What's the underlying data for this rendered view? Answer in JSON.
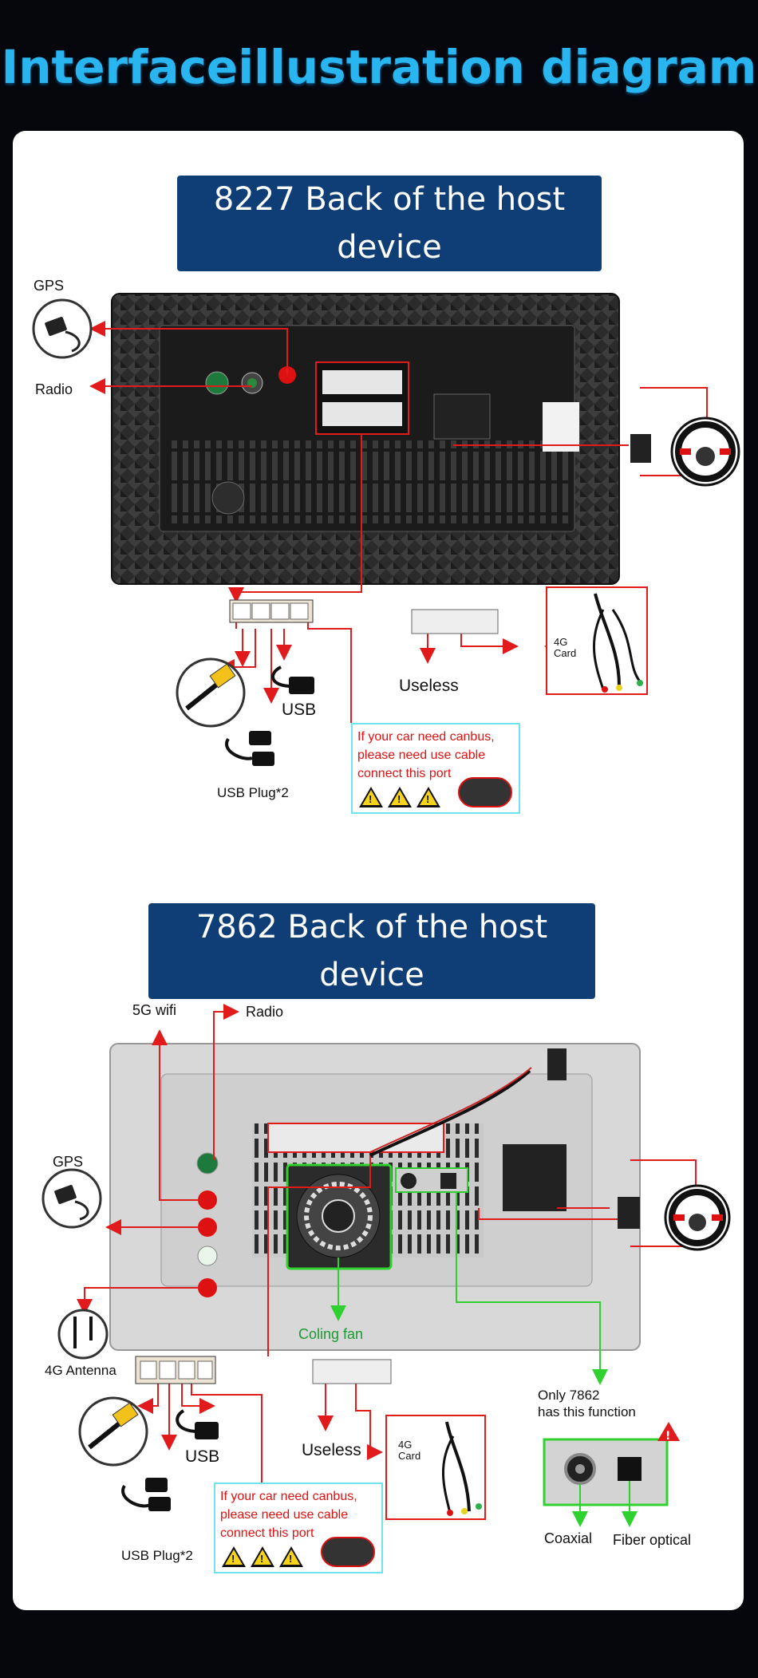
{
  "page_title": "Interfaceillustration diagram",
  "section_1": {
    "banner": "8227 Back of the host device",
    "labels": {
      "gps": "GPS",
      "radio": "Radio",
      "usb": "USB",
      "usb_plug": "USB Plug*2",
      "useless": "Useless",
      "card_4g": "4G\nCard"
    },
    "canbus_note": {
      "line1": "If your car need canbus,",
      "line2": "please need use cable",
      "line3": "connect this port"
    }
  },
  "section_2": {
    "banner": "7862 Back of the host device",
    "labels": {
      "wifi_5g": "5G wifi",
      "radio": "Radio",
      "gps": "GPS",
      "antenna_4g": "4G Antenna",
      "coling_fan": "Coling fan",
      "usb": "USB",
      "usb_plug": "USB Plug*2",
      "useless": "Useless",
      "card_4g": "4G\nCard",
      "only_7862_1": "Only 7862",
      "only_7862_2": "has this function",
      "coaxial": "Coaxial",
      "fiber_optical": "Fiber optical"
    },
    "canbus_note": {
      "line1": "If your car need canbus,",
      "line2": "please need use cable",
      "line3": "connect this port"
    }
  },
  "colors": {
    "background": "#05070d",
    "title": "#29b6f0",
    "banner": "#0f3d75",
    "arrow_red": "#e11b1b",
    "arrow_green": "#2fd12f",
    "note_border": "#6fe3ee"
  },
  "icons": [
    "gps-antenna-icon",
    "steering-wheel-icon",
    "rca-cable-icon",
    "usb-cable-icon",
    "warning-icon",
    "wire-harness-icon",
    "fan-icon"
  ]
}
